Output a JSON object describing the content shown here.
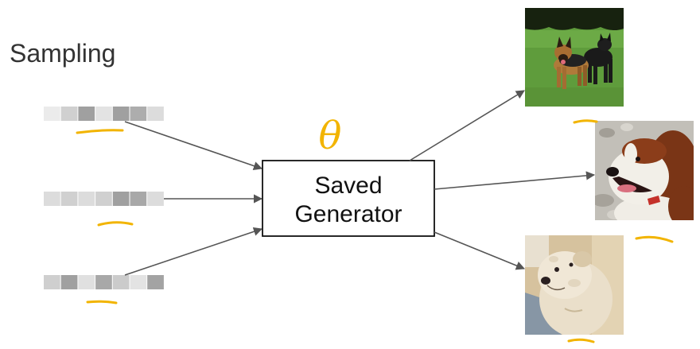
{
  "title": "Sampling",
  "generator": {
    "line1": "Saved",
    "line2": "Generator"
  },
  "annotation": {
    "symbol": "θ"
  },
  "noise_vectors": [
    {
      "cells": [
        "#ebebeb",
        "#d0d0d0",
        "#a0a0a0",
        "#e3e3e3",
        "#a0a0a0",
        "#adadad",
        "#dcdcdc"
      ]
    },
    {
      "cells": [
        "#dcdcdc",
        "#d0d0d0",
        "#dcdcdc",
        "#d0d0d0",
        "#a0a0a0",
        "#a8a8a8",
        "#dcdcdc"
      ]
    },
    {
      "cells": [
        "#cfcfcf",
        "#a0a0a0",
        "#e0e0e0",
        "#a8a8a8",
        "#cbcbcb",
        "#e3e3e3",
        "#a3a3a3"
      ]
    }
  ],
  "colors": {
    "annotation": "#f2b400",
    "arrow": "#555555",
    "box_border": "#111111",
    "title": "#333333"
  }
}
